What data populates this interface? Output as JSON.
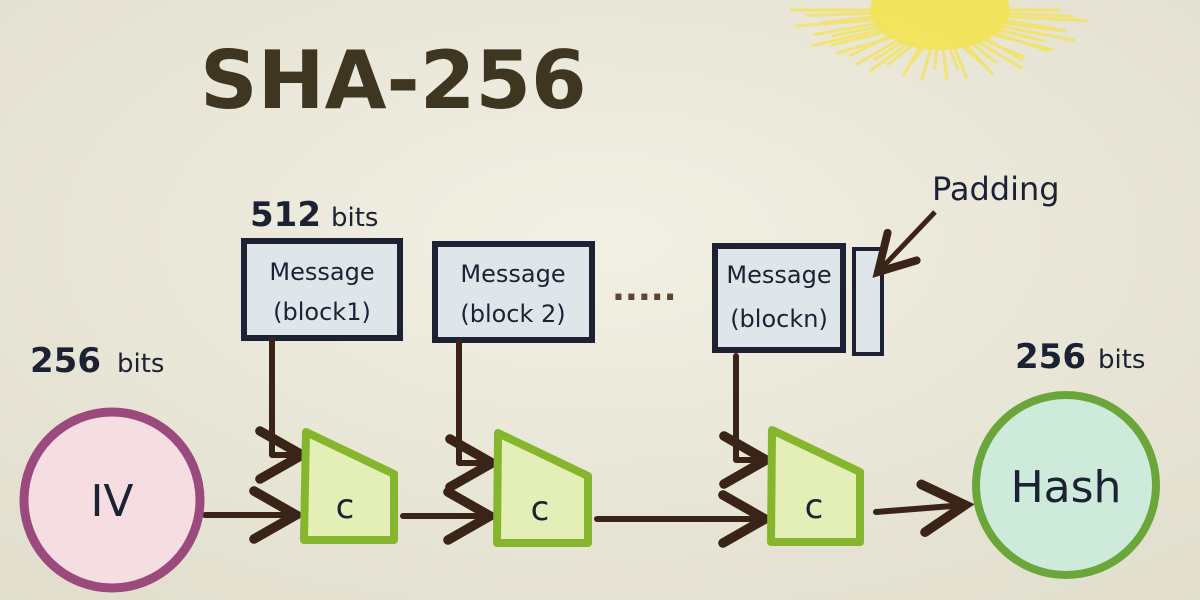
{
  "title": "SHA-256",
  "labels": {
    "block_size_num": "512",
    "block_size_unit": "bits",
    "iv_size_num": "256",
    "iv_size_unit": "bits",
    "hash_size_num": "256",
    "hash_size_unit": "bits",
    "padding": "Padding",
    "ellipsis": "....."
  },
  "blocks": [
    {
      "line1": "Message",
      "line2": "(block1)"
    },
    {
      "line1": "Message",
      "line2": "(block 2)"
    },
    {
      "line1": "Message",
      "line2": "(blockn)"
    }
  ],
  "compress": [
    "c",
    "c",
    "c"
  ],
  "iv": "IV",
  "hash": "Hash",
  "colors": {
    "ink": "#1c2233",
    "arrow": "#3a2418",
    "block_fill": "#dfe6ea",
    "c_fill": "#e4efb8",
    "c_stroke": "#86b52e",
    "iv_fill": "#f6dde2",
    "iv_stroke": "#9a4a7c",
    "hash_fill": "#cdeadb",
    "hash_stroke": "#6aa63a",
    "sun": "#f5e44a"
  }
}
